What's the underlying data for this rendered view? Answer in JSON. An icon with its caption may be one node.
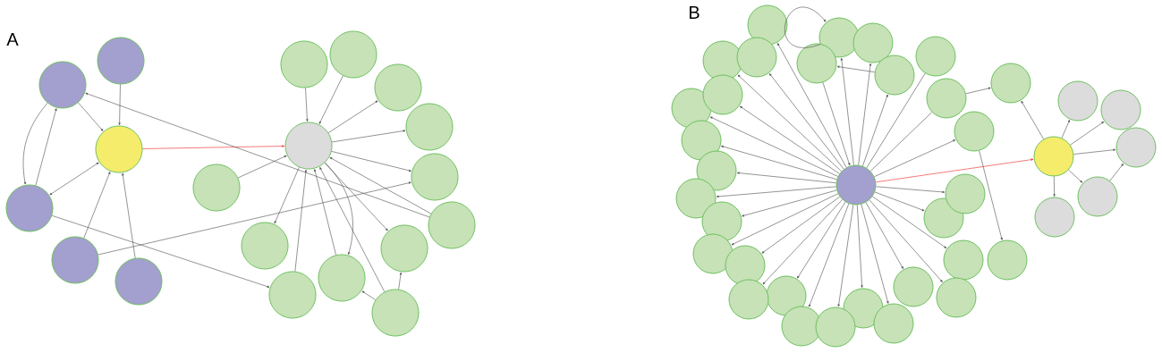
{
  "diagram": {
    "nodes": [
      {
        "text": [],
        "shape": "circle"
      },
      {
        "text": [],
        "shape": "circle"
      },
      {
        "text": [],
        "shape": "circle"
      },
      {
        "text": [],
        "shape": "circle"
      },
      {
        "text": [],
        "shape": "circle"
      },
      {
        "text": [],
        "shape": "circle"
      },
      {
        "text": [],
        "shape": "circle"
      },
      {
        "text": [],
        "shape": "circle"
      },
      {
        "text": [],
        "shape": "circle"
      },
      {
        "text": [],
        "shape": "circle"
      },
      {
        "text": [],
        "shape": "circle"
      },
      {
        "text": [],
        "shape": "circle"
      },
      {
        "text": [],
        "shape": "circle"
      },
      {
        "text": [],
        "shape": "circle"
      },
      {
        "text": [],
        "shape": "circle"
      },
      {
        "text": [],
        "shape": "circle"
      },
      {
        "text": [],
        "shape": "circle"
      },
      {
        "text": [],
        "shape": "circle"
      },
      {
        "text": [],
        "shape": "circle"
      },
      {
        "text": [],
        "shape": "circle"
      },
      {
        "text": [],
        "shape": "circle"
      },
      {
        "text": [],
        "shape": "circle"
      },
      {
        "text": [],
        "shape": "circle"
      },
      {
        "text": [],
        "shape": "circle"
      },
      {
        "text": [],
        "shape": "circle"
      },
      {
        "text": [],
        "shape": "circle"
      },
      {
        "text": [],
        "shape": "circle"
      },
      {
        "text": [],
        "shape": "circle"
      },
      {
        "text": [],
        "shape": "circle"
      },
      {
        "text": [],
        "shape": "circle"
      },
      {
        "text": [],
        "shape": "circle"
      },
      {
        "text": [],
        "shape": "circle"
      },
      {
        "text": [],
        "shape": "circle"
      },
      {
        "text": [],
        "shape": "circle"
      },
      {
        "text": [],
        "shape": "circle"
      },
      {
        "text": [],
        "shape": "circle"
      },
      {
        "text": [],
        "shape": "circle"
      },
      {
        "text": [],
        "shape": "circle"
      },
      {
        "text": [],
        "shape": "circle"
      },
      {
        "text": [],
        "shape": "circle"
      },
      {
        "text": [],
        "shape": "circle"
      },
      {
        "text": [],
        "shape": "circle"
      },
      {
        "text": [],
        "shape": "circle"
      },
      {
        "text": [],
        "shape": "circle"
      },
      {
        "text": [],
        "shape": "circle"
      },
      {
        "text": [],
        "shape": "circle"
      },
      {
        "text": [],
        "shape": "circle"
      },
      {
        "text": [],
        "shape": "circle"
      },
      {
        "text": [],
        "shape": "circle"
      },
      {
        "text": [],
        "shape": "circle"
      },
      {
        "text": [],
        "shape": "circle"
      },
      {
        "text": [],
        "shape": "circle"
      },
      {
        "text": [],
        "shape": "circle"
      },
      {
        "text": [],
        "shape": "circle"
      },
      {
        "text": [],
        "shape": "circle"
      },
      {
        "text": [],
        "shape": "circle"
      },
      {
        "text": [],
        "shape": "circle"
      }
    ],
    "edges": [
      {
        "from": 1,
        "to": 2,
        "arrow": "to"
      },
      {
        "from": 0,
        "to": 2,
        "arrow": "to"
      },
      {
        "from": 3,
        "to": 2,
        "arrow": "both"
      },
      {
        "from": 3,
        "to": 0,
        "arrow": "to"
      },
      {
        "from": 0,
        "to": 3,
        "arrow": "to"
      },
      {
        "from": 4,
        "to": 2,
        "arrow": "to"
      },
      {
        "from": 5,
        "to": 2,
        "arrow": "to"
      },
      {
        "from": 2,
        "to": 6,
        "arrow": "to",
        "color": "#ee2222"
      },
      {
        "from": 13,
        "to": 0,
        "arrow": "to"
      },
      {
        "from": 4,
        "to": 12,
        "arrow": "to"
      },
      {
        "from": 3,
        "to": 16,
        "arrow": "to"
      },
      {
        "from": 7,
        "to": 6,
        "arrow": "to"
      },
      {
        "from": 8,
        "to": 6,
        "arrow": "to"
      },
      {
        "from": 9,
        "to": 6,
        "arrow": "to"
      },
      {
        "from": 6,
        "to": 10,
        "arrow": "to"
      },
      {
        "from": 6,
        "to": 11,
        "arrow": "to"
      },
      {
        "from": 6,
        "to": 12,
        "arrow": "to"
      },
      {
        "from": 6,
        "to": 14,
        "arrow": "to"
      },
      {
        "from": 6,
        "to": 15,
        "arrow": "to"
      },
      {
        "from": 16,
        "to": 6,
        "arrow": "to"
      },
      {
        "from": 17,
        "to": 6,
        "arrow": "to"
      },
      {
        "from": 6,
        "to": 17,
        "arrow": "to"
      },
      {
        "from": 18,
        "to": 6,
        "arrow": "to"
      },
      {
        "from": 18,
        "to": 14,
        "arrow": "to"
      },
      {
        "from": 18,
        "to": 17,
        "arrow": "to"
      },
      {
        "from": 13,
        "to": 6,
        "arrow": "to"
      },
      {
        "from": 19,
        "to": 20,
        "arrow": "to",
        "color": "#ee2222"
      },
      {
        "from": 20,
        "to": 21,
        "arrow": "to"
      },
      {
        "from": 20,
        "to": 22,
        "arrow": "to"
      },
      {
        "from": 20,
        "to": 23,
        "arrow": "to"
      },
      {
        "from": 20,
        "to": 24,
        "arrow": "to"
      },
      {
        "from": 20,
        "to": 25,
        "arrow": "to"
      },
      {
        "from": 24,
        "to": 23,
        "arrow": "to"
      },
      {
        "from": 20,
        "to": 37,
        "arrow": "to"
      },
      {
        "from": 36,
        "to": 37,
        "arrow": "to"
      },
      {
        "from": 40,
        "to": 50,
        "arrow": "to"
      },
      {
        "from": 31,
        "to": 35,
        "arrow": "to"
      },
      {
        "from": 29,
        "to": 29,
        "arrow": "to"
      },
      {
        "from": 19,
        "to": 26,
        "arrow": "to"
      },
      {
        "from": 19,
        "to": 27,
        "arrow": "to"
      },
      {
        "from": 19,
        "to": 28,
        "arrow": "to"
      },
      {
        "from": 19,
        "to": 29,
        "arrow": "to"
      },
      {
        "from": 19,
        "to": 30,
        "arrow": "to"
      },
      {
        "from": 19,
        "to": 31,
        "arrow": "to"
      },
      {
        "from": 19,
        "to": 32,
        "arrow": "none"
      },
      {
        "from": 19,
        "to": 33,
        "arrow": "to"
      },
      {
        "from": 19,
        "to": 34,
        "arrow": "to"
      },
      {
        "from": 35,
        "to": 19,
        "arrow": "to"
      },
      {
        "from": 19,
        "to": 36,
        "arrow": "none"
      },
      {
        "from": 19,
        "to": 38,
        "arrow": "to"
      },
      {
        "from": 19,
        "to": 39,
        "arrow": "to"
      },
      {
        "from": 19,
        "to": 40,
        "arrow": "to"
      },
      {
        "from": 19,
        "to": 41,
        "arrow": "to"
      },
      {
        "from": 19,
        "to": 42,
        "arrow": "to"
      },
      {
        "from": 19,
        "to": 43,
        "arrow": "to"
      },
      {
        "from": 19,
        "to": 44,
        "arrow": "to"
      },
      {
        "from": 19,
        "to": 45,
        "arrow": "to"
      },
      {
        "from": 19,
        "to": 46,
        "arrow": "to"
      },
      {
        "from": 19,
        "to": 47,
        "arrow": "to"
      },
      {
        "from": 19,
        "to": 48,
        "arrow": "to"
      },
      {
        "from": 19,
        "to": 49,
        "arrow": "to"
      },
      {
        "from": 19,
        "to": 51,
        "arrow": "to"
      },
      {
        "from": 19,
        "to": 52,
        "arrow": "to"
      },
      {
        "from": 19,
        "to": 53,
        "arrow": "to"
      },
      {
        "from": 19,
        "to": 54,
        "arrow": "to"
      },
      {
        "from": 19,
        "to": 55,
        "arrow": "to"
      },
      {
        "from": 19,
        "to": 56,
        "arrow": "to"
      }
    ],
    "labels": [
      "A",
      "B"
    ]
  }
}
